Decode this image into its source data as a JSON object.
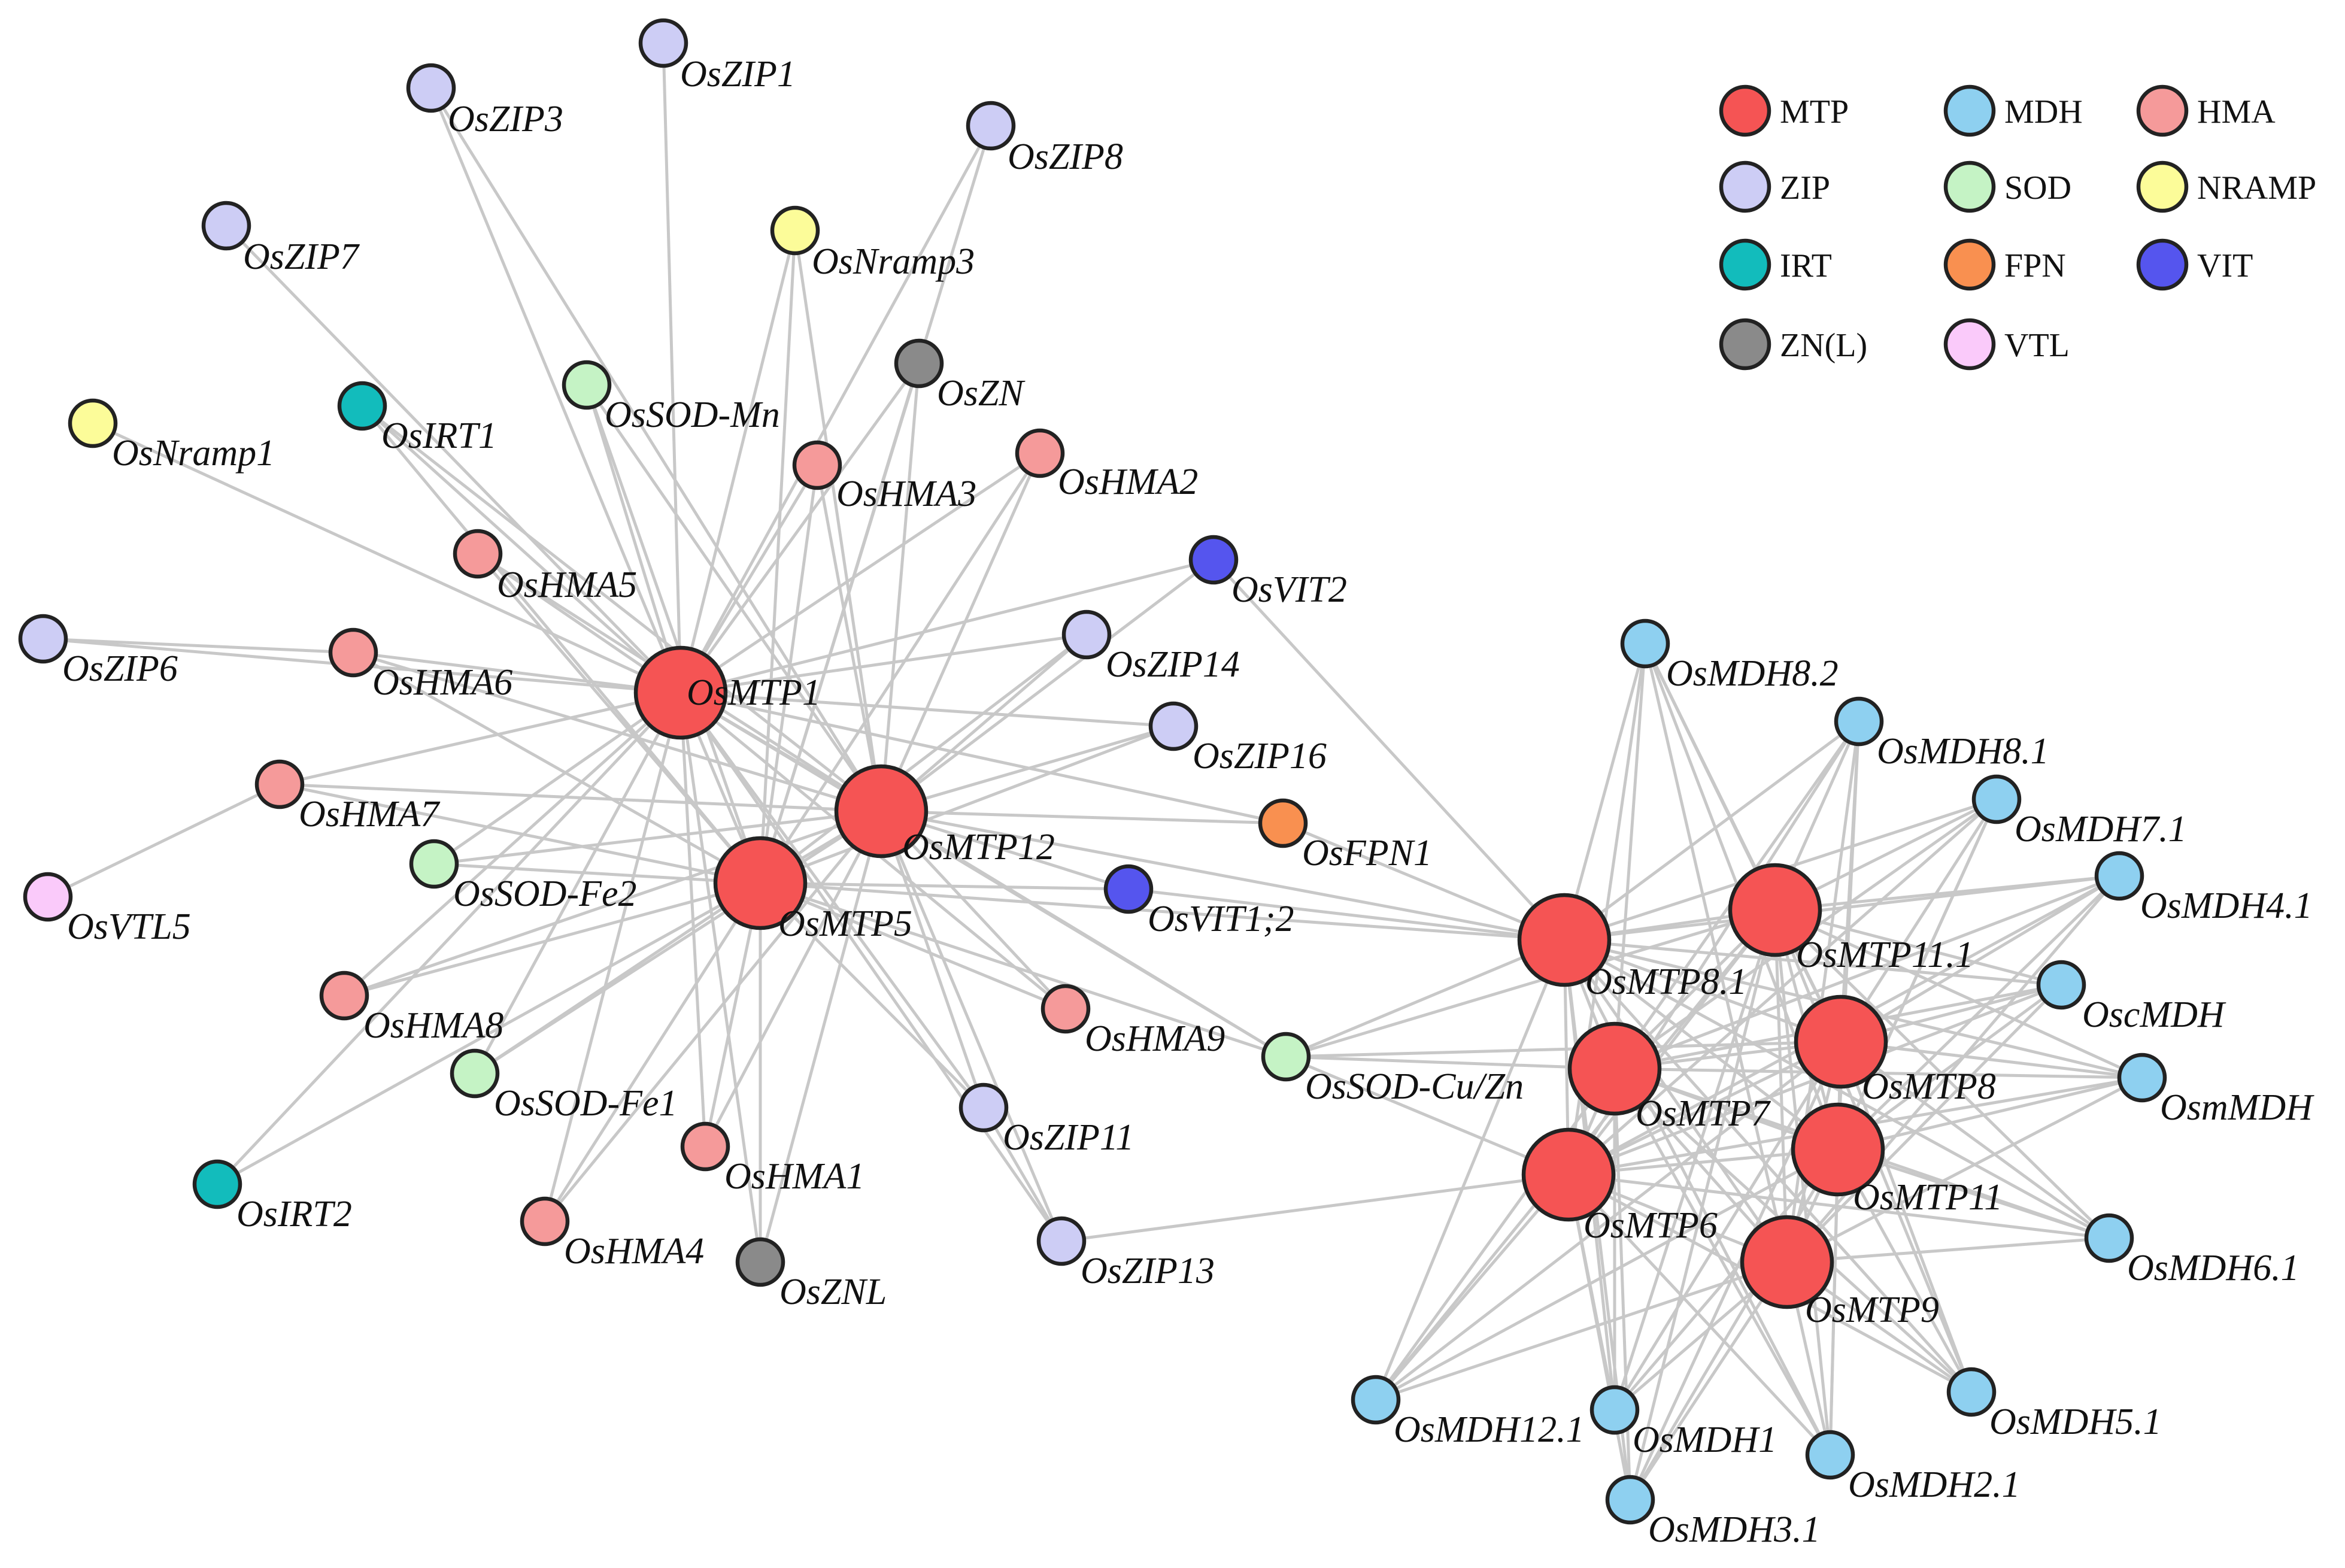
{
  "categories": {
    "MTP": {
      "label": "MTP",
      "color": "#f55454"
    },
    "MDH": {
      "label": "MDH",
      "color": "#8ed0f0"
    },
    "HMA": {
      "label": "HMA",
      "color": "#f59a9a"
    },
    "ZIP": {
      "label": "ZIP",
      "color": "#cdcdf5"
    },
    "SOD": {
      "label": "SOD",
      "color": "#c5f3c5"
    },
    "NRAMP": {
      "label": "NRAMP",
      "color": "#fcfc99"
    },
    "IRT": {
      "label": "IRT",
      "color": "#12bcbc"
    },
    "FPN": {
      "label": "FPN",
      "color": "#f99050"
    },
    "VIT": {
      "label": "VIT",
      "color": "#5555ee"
    },
    "ZNL": {
      "label": "ZN(L)",
      "color": "#8a8a8a"
    },
    "VTL": {
      "label": "VTL",
      "color": "#facafa"
    }
  },
  "legend": {
    "columns": [
      [
        "MTP",
        "ZIP",
        "IRT",
        "ZNL"
      ],
      [
        "MDH",
        "SOD",
        "FPN",
        "VTL"
      ],
      [
        "HMA",
        "NRAMP",
        "VIT"
      ]
    ]
  },
  "nodes": [
    {
      "id": "OsMTP1",
      "label": "OsMTP1",
      "cat": "MTP",
      "hub": true
    },
    {
      "id": "OsMTP12",
      "label": "OsMTP12",
      "cat": "MTP",
      "hub": true
    },
    {
      "id": "OsMTP5",
      "label": "OsMTP5",
      "cat": "MTP",
      "hub": true
    },
    {
      "id": "OsMTP8.1",
      "label": "OsMTP8.1",
      "cat": "MTP",
      "hub": true
    },
    {
      "id": "OsMTP11.1",
      "label": "OsMTP11.1",
      "cat": "MTP",
      "hub": true
    },
    {
      "id": "OsMTP7",
      "label": "OsMTP7",
      "cat": "MTP",
      "hub": true
    },
    {
      "id": "OsMTP8",
      "label": "OsMTP8",
      "cat": "MTP",
      "hub": true
    },
    {
      "id": "OsMTP6",
      "label": "OsMTP6",
      "cat": "MTP",
      "hub": true
    },
    {
      "id": "OsMTP11",
      "label": "OsMTP11",
      "cat": "MTP",
      "hub": true
    },
    {
      "id": "OsMTP9",
      "label": "OsMTP9",
      "cat": "MTP",
      "hub": true
    },
    {
      "id": "OsZIP1",
      "label": "OsZIP1",
      "cat": "ZIP"
    },
    {
      "id": "OsZIP3",
      "label": "OsZIP3",
      "cat": "ZIP"
    },
    {
      "id": "OsZIP8",
      "label": "OsZIP8",
      "cat": "ZIP"
    },
    {
      "id": "OsZIP7",
      "label": "OsZIP7",
      "cat": "ZIP"
    },
    {
      "id": "OsNramp3",
      "label": "OsNramp3",
      "cat": "NRAMP"
    },
    {
      "id": "OsZN",
      "label": "OsZN",
      "cat": "ZNL"
    },
    {
      "id": "OsSOD-Mn",
      "label": "OsSOD-Mn",
      "cat": "SOD"
    },
    {
      "id": "OsIRT1",
      "label": "OsIRT1",
      "cat": "IRT"
    },
    {
      "id": "OsNramp1",
      "label": "OsNramp1",
      "cat": "NRAMP"
    },
    {
      "id": "OsHMA3",
      "label": "OsHMA3",
      "cat": "HMA"
    },
    {
      "id": "OsHMA2",
      "label": "OsHMA2",
      "cat": "HMA"
    },
    {
      "id": "OsVIT2",
      "label": "OsVIT2",
      "cat": "VIT"
    },
    {
      "id": "OsHMA5",
      "label": "OsHMA5",
      "cat": "HMA"
    },
    {
      "id": "OsZIP14",
      "label": "OsZIP14",
      "cat": "ZIP"
    },
    {
      "id": "OsZIP6",
      "label": "OsZIP6",
      "cat": "ZIP"
    },
    {
      "id": "OsHMA6",
      "label": "OsHMA6",
      "cat": "HMA"
    },
    {
      "id": "OsZIP16",
      "label": "OsZIP16",
      "cat": "ZIP"
    },
    {
      "id": "OsHMA7",
      "label": "OsHMA7",
      "cat": "HMA"
    },
    {
      "id": "OsFPN1",
      "label": "OsFPN1",
      "cat": "FPN"
    },
    {
      "id": "OsSOD-Fe2",
      "label": "OsSOD-Fe2",
      "cat": "SOD"
    },
    {
      "id": "OsVTL5",
      "label": "OsVTL5",
      "cat": "VTL"
    },
    {
      "id": "OsVIT1;2",
      "label": "OsVIT1;2",
      "cat": "VIT"
    },
    {
      "id": "OsHMA8",
      "label": "OsHMA8",
      "cat": "HMA"
    },
    {
      "id": "OsHMA9",
      "label": "OsHMA9",
      "cat": "HMA"
    },
    {
      "id": "OsSOD-Cu/Zn",
      "label": "OsSOD-Cu/Zn",
      "cat": "SOD"
    },
    {
      "id": "OsSOD-Fe1",
      "label": "OsSOD-Fe1",
      "cat": "SOD"
    },
    {
      "id": "OsZIP11",
      "label": "OsZIP11",
      "cat": "ZIP"
    },
    {
      "id": "OsHMA1",
      "label": "OsHMA1",
      "cat": "HMA"
    },
    {
      "id": "OsIRT2",
      "label": "OsIRT2",
      "cat": "IRT"
    },
    {
      "id": "OsHMA4",
      "label": "OsHMA4",
      "cat": "HMA"
    },
    {
      "id": "OsZNL",
      "label": "OsZNL",
      "cat": "ZNL"
    },
    {
      "id": "OsZIP13",
      "label": "OsZIP13",
      "cat": "ZIP"
    },
    {
      "id": "OsMDH8.2",
      "label": "OsMDH8.2",
      "cat": "MDH"
    },
    {
      "id": "OsMDH8.1",
      "label": "OsMDH8.1",
      "cat": "MDH"
    },
    {
      "id": "OsMDH7.1",
      "label": "OsMDH7.1",
      "cat": "MDH"
    },
    {
      "id": "OsMDH4.1",
      "label": "OsMDH4.1",
      "cat": "MDH"
    },
    {
      "id": "OscMDH",
      "label": "OscMDH",
      "cat": "MDH"
    },
    {
      "id": "OsmMDH",
      "label": "OsmMDH",
      "cat": "MDH"
    },
    {
      "id": "OsMDH6.1",
      "label": "OsMDH6.1",
      "cat": "MDH"
    },
    {
      "id": "OsMDH5.1",
      "label": "OsMDH5.1",
      "cat": "MDH"
    },
    {
      "id": "OsMDH12.1",
      "label": "OsMDH12.1",
      "cat": "MDH"
    },
    {
      "id": "OsMDH1",
      "label": "OsMDH1",
      "cat": "MDH"
    },
    {
      "id": "OsMDH2.1",
      "label": "OsMDH2.1",
      "cat": "MDH"
    },
    {
      "id": "OsMDH3.1",
      "label": "OsMDH3.1",
      "cat": "MDH"
    }
  ],
  "edges": [
    [
      "OsMTP1",
      "OsZIP1"
    ],
    [
      "OsMTP1",
      "OsZIP3"
    ],
    [
      "OsMTP1",
      "OsZIP8"
    ],
    [
      "OsMTP1",
      "OsZIP7"
    ],
    [
      "OsMTP1",
      "OsNramp3"
    ],
    [
      "OsMTP1",
      "OsZN"
    ],
    [
      "OsMTP1",
      "OsSOD-Mn"
    ],
    [
      "OsMTP1",
      "OsIRT1"
    ],
    [
      "OsMTP1",
      "OsNramp1"
    ],
    [
      "OsMTP1",
      "OsHMA3"
    ],
    [
      "OsMTP1",
      "OsHMA2"
    ],
    [
      "OsMTP1",
      "OsVIT2"
    ],
    [
      "OsMTP1",
      "OsHMA5"
    ],
    [
      "OsMTP1",
      "OsZIP14"
    ],
    [
      "OsMTP1",
      "OsZIP6"
    ],
    [
      "OsMTP1",
      "OsHMA6"
    ],
    [
      "OsMTP1",
      "OsZIP16"
    ],
    [
      "OsMTP1",
      "OsHMA7"
    ],
    [
      "OsMTP1",
      "OsSOD-Fe2"
    ],
    [
      "OsMTP1",
      "OsHMA8"
    ],
    [
      "OsMTP1",
      "OsSOD-Fe1"
    ],
    [
      "OsMTP1",
      "OsHMA1"
    ],
    [
      "OsMTP1",
      "OsHMA4"
    ],
    [
      "OsMTP1",
      "OsZNL"
    ],
    [
      "OsMTP1",
      "OsZIP11"
    ],
    [
      "OsMTP1",
      "OsHMA9"
    ],
    [
      "OsMTP1",
      "OsFPN1"
    ],
    [
      "OsMTP1",
      "OsMTP12"
    ],
    [
      "OsMTP1",
      "OsMTP5"
    ],
    [
      "OsMTP1",
      "OsSOD-Cu/Zn"
    ],
    [
      "OsMTP1",
      "OsIRT2"
    ],
    [
      "OsMTP1",
      "OsZIP13"
    ],
    [
      "OsMTP12",
      "OsZIP3"
    ],
    [
      "OsMTP12",
      "OsNramp3"
    ],
    [
      "OsMTP12",
      "OsZN"
    ],
    [
      "OsMTP12",
      "OsSOD-Mn"
    ],
    [
      "OsMTP12",
      "OsIRT1"
    ],
    [
      "OsMTP12",
      "OsHMA3"
    ],
    [
      "OsMTP12",
      "OsHMA2"
    ],
    [
      "OsMTP12",
      "OsVIT2"
    ],
    [
      "OsMTP12",
      "OsHMA5"
    ],
    [
      "OsMTP12",
      "OsZIP14"
    ],
    [
      "OsMTP12",
      "OsHMA6"
    ],
    [
      "OsMTP12",
      "OsZIP16"
    ],
    [
      "OsMTP12",
      "OsHMA7"
    ],
    [
      "OsMTP12",
      "OsFPN1"
    ],
    [
      "OsMTP12",
      "OsSOD-Fe2"
    ],
    [
      "OsMTP12",
      "OsHMA8"
    ],
    [
      "OsMTP12",
      "OsSOD-Fe1"
    ],
    [
      "OsMTP12",
      "OsHMA1"
    ],
    [
      "OsMTP12",
      "OsHMA4"
    ],
    [
      "OsMTP12",
      "OsHMA9"
    ],
    [
      "OsMTP12",
      "OsZIP11"
    ],
    [
      "OsMTP12",
      "OsZIP13"
    ],
    [
      "OsMTP12",
      "OsMTP5"
    ],
    [
      "OsMTP12",
      "OsVIT1;2"
    ],
    [
      "OsMTP12",
      "OsMTP8.1"
    ],
    [
      "OsMTP12",
      "OsSOD-Cu/Zn"
    ],
    [
      "OsMTP12",
      "OsZNL"
    ],
    [
      "OsMTP5",
      "OsZIP8"
    ],
    [
      "OsMTP5",
      "OsNramp3"
    ],
    [
      "OsMTP5",
      "OsZN"
    ],
    [
      "OsMTP5",
      "OsSOD-Mn"
    ],
    [
      "OsMTP5",
      "OsIRT1"
    ],
    [
      "OsMTP5",
      "OsHMA3"
    ],
    [
      "OsMTP5",
      "OsHMA2"
    ],
    [
      "OsMTP5",
      "OsHMA5"
    ],
    [
      "OsMTP5",
      "OsZIP14"
    ],
    [
      "OsMTP5",
      "OsHMA6"
    ],
    [
      "OsMTP5",
      "OsZIP16"
    ],
    [
      "OsMTP5",
      "OsHMA7"
    ],
    [
      "OsMTP5",
      "OsSOD-Fe2"
    ],
    [
      "OsMTP5",
      "OsHMA8"
    ],
    [
      "OsMTP5",
      "OsSOD-Fe1"
    ],
    [
      "OsMTP5",
      "OsHMA1"
    ],
    [
      "OsMTP5",
      "OsHMA4"
    ],
    [
      "OsMTP5",
      "OsZNL"
    ],
    [
      "OsMTP5",
      "OsZIP11"
    ],
    [
      "OsMTP5",
      "OsHMA9"
    ],
    [
      "OsMTP5",
      "OsVIT1;2"
    ],
    [
      "OsMTP5",
      "OsSOD-Cu/Zn"
    ],
    [
      "OsMTP5",
      "OsMTP8.1"
    ],
    [
      "OsMTP5",
      "OsIRT2"
    ],
    [
      "OsZIP6",
      "OsHMA6"
    ],
    [
      "OsVTL5",
      "OsHMA7"
    ],
    [
      "OsZIP11",
      "OsZIP13"
    ],
    [
      "OsVIT2",
      "OsMTP8.1"
    ],
    [
      "OsVIT1;2",
      "OsMTP8.1"
    ],
    [
      "OsFPN1",
      "OsMTP8.1"
    ],
    [
      "OsSOD-Cu/Zn",
      "OsMTP8.1"
    ],
    [
      "OsSOD-Cu/Zn",
      "OsMTP7"
    ],
    [
      "OsSOD-Cu/Zn",
      "OsMTP11.1"
    ],
    [
      "OsSOD-Cu/Zn",
      "OsMTP8"
    ],
    [
      "OsSOD-Cu/Zn",
      "OsMTP6"
    ],
    [
      "OsZIP13",
      "OsMTP6"
    ],
    [
      "OsMTP8.1",
      "OsMTP11.1"
    ],
    [
      "OsMTP8.1",
      "OsMTP7"
    ],
    [
      "OsMTP8.1",
      "OsMTP8"
    ],
    [
      "OsMTP8.1",
      "OsMTP6"
    ],
    [
      "OsMTP8.1",
      "OsMTP11"
    ],
    [
      "OsMTP8.1",
      "OsMTP9"
    ],
    [
      "OsMTP11.1",
      "OsMTP7"
    ],
    [
      "OsMTP11.1",
      "OsMTP8"
    ],
    [
      "OsMTP11.1",
      "OsMTP6"
    ],
    [
      "OsMTP11.1",
      "OsMTP11"
    ],
    [
      "OsMTP11.1",
      "OsMTP9"
    ],
    [
      "OsMTP7",
      "OsMTP8"
    ],
    [
      "OsMTP7",
      "OsMTP6"
    ],
    [
      "OsMTP7",
      "OsMTP11"
    ],
    [
      "OsMTP7",
      "OsMTP9"
    ],
    [
      "OsMTP8",
      "OsMTP6"
    ],
    [
      "OsMTP8",
      "OsMTP11"
    ],
    [
      "OsMTP8",
      "OsMTP9"
    ],
    [
      "OsMTP6",
      "OsMTP11"
    ],
    [
      "OsMTP6",
      "OsMTP9"
    ],
    [
      "OsMTP11",
      "OsMTP9"
    ],
    [
      "OsMDH8.2",
      "OsMTP8.1"
    ],
    [
      "OsMDH8.2",
      "OsMTP11.1"
    ],
    [
      "OsMDH8.2",
      "OsMTP7"
    ],
    [
      "OsMDH8.2",
      "OsMTP8"
    ],
    [
      "OsMDH8.2",
      "OsMTP6"
    ],
    [
      "OsMDH8.2",
      "OsMTP11"
    ],
    [
      "OsMDH8.2",
      "OsMTP9"
    ],
    [
      "OsMDH8.1",
      "OsMTP8.1"
    ],
    [
      "OsMDH8.1",
      "OsMTP11.1"
    ],
    [
      "OsMDH8.1",
      "OsMTP7"
    ],
    [
      "OsMDH8.1",
      "OsMTP8"
    ],
    [
      "OsMDH8.1",
      "OsMTP6"
    ],
    [
      "OsMDH8.1",
      "OsMTP11"
    ],
    [
      "OsMDH8.1",
      "OsMTP9"
    ],
    [
      "OsMDH7.1",
      "OsMTP8.1"
    ],
    [
      "OsMDH7.1",
      "OsMTP11.1"
    ],
    [
      "OsMDH7.1",
      "OsMTP7"
    ],
    [
      "OsMDH7.1",
      "OsMTP8"
    ],
    [
      "OsMDH7.1",
      "OsMTP6"
    ],
    [
      "OsMDH7.1",
      "OsMTP11"
    ],
    [
      "OsMDH7.1",
      "OsMTP9"
    ],
    [
      "OsMDH4.1",
      "OsMTP8.1"
    ],
    [
      "OsMDH4.1",
      "OsMTP11.1"
    ],
    [
      "OsMDH4.1",
      "OsMTP7"
    ],
    [
      "OsMDH4.1",
      "OsMTP8"
    ],
    [
      "OsMDH4.1",
      "OsMTP6"
    ],
    [
      "OsMDH4.1",
      "OsMTP11"
    ],
    [
      "OsMDH4.1",
      "OsMTP9"
    ],
    [
      "OscMDH",
      "OsMTP8.1"
    ],
    [
      "OscMDH",
      "OsMTP11.1"
    ],
    [
      "OscMDH",
      "OsMTP7"
    ],
    [
      "OscMDH",
      "OsMTP8"
    ],
    [
      "OscMDH",
      "OsMTP6"
    ],
    [
      "OscMDH",
      "OsMTP11"
    ],
    [
      "OscMDH",
      "OsMTP9"
    ],
    [
      "OsmMDH",
      "OsMTP8.1"
    ],
    [
      "OsmMDH",
      "OsMTP11.1"
    ],
    [
      "OsmMDH",
      "OsMTP7"
    ],
    [
      "OsmMDH",
      "OsMTP8"
    ],
    [
      "OsmMDH",
      "OsMTP6"
    ],
    [
      "OsmMDH",
      "OsMTP11"
    ],
    [
      "OsmMDH",
      "OsMTP9"
    ],
    [
      "OsMDH6.1",
      "OsMTP8.1"
    ],
    [
      "OsMDH6.1",
      "OsMTP11.1"
    ],
    [
      "OsMDH6.1",
      "OsMTP7"
    ],
    [
      "OsMDH6.1",
      "OsMTP8"
    ],
    [
      "OsMDH6.1",
      "OsMTP6"
    ],
    [
      "OsMDH6.1",
      "OsMTP11"
    ],
    [
      "OsMDH6.1",
      "OsMTP9"
    ],
    [
      "OsMDH5.1",
      "OsMTP8.1"
    ],
    [
      "OsMDH5.1",
      "OsMTP11.1"
    ],
    [
      "OsMDH5.1",
      "OsMTP7"
    ],
    [
      "OsMDH5.1",
      "OsMTP8"
    ],
    [
      "OsMDH5.1",
      "OsMTP6"
    ],
    [
      "OsMDH5.1",
      "OsMTP11"
    ],
    [
      "OsMDH5.1",
      "OsMTP9"
    ],
    [
      "OsMDH12.1",
      "OsMTP8.1"
    ],
    [
      "OsMDH12.1",
      "OsMTP11.1"
    ],
    [
      "OsMDH12.1",
      "OsMTP7"
    ],
    [
      "OsMDH12.1",
      "OsMTP8"
    ],
    [
      "OsMDH12.1",
      "OsMTP6"
    ],
    [
      "OsMDH12.1",
      "OsMTP11"
    ],
    [
      "OsMDH12.1",
      "OsMTP9"
    ],
    [
      "OsMDH1",
      "OsMTP8.1"
    ],
    [
      "OsMDH1",
      "OsMTP11.1"
    ],
    [
      "OsMDH1",
      "OsMTP7"
    ],
    [
      "OsMDH1",
      "OsMTP8"
    ],
    [
      "OsMDH1",
      "OsMTP6"
    ],
    [
      "OsMDH1",
      "OsMTP11"
    ],
    [
      "OsMDH1",
      "OsMTP9"
    ],
    [
      "OsMDH2.1",
      "OsMTP8.1"
    ],
    [
      "OsMDH2.1",
      "OsMTP11.1"
    ],
    [
      "OsMDH2.1",
      "OsMTP7"
    ],
    [
      "OsMDH2.1",
      "OsMTP8"
    ],
    [
      "OsMDH2.1",
      "OsMTP6"
    ],
    [
      "OsMDH2.1",
      "OsMTP11"
    ],
    [
      "OsMDH2.1",
      "OsMTP9"
    ],
    [
      "OsMDH3.1",
      "OsMTP8.1"
    ],
    [
      "OsMDH3.1",
      "OsMTP11.1"
    ],
    [
      "OsMDH3.1",
      "OsMTP7"
    ],
    [
      "OsMDH3.1",
      "OsMTP8"
    ],
    [
      "OsMDH3.1",
      "OsMTP6"
    ],
    [
      "OsMDH3.1",
      "OsMTP11"
    ],
    [
      "OsMDH3.1",
      "OsMTP9"
    ]
  ]
}
